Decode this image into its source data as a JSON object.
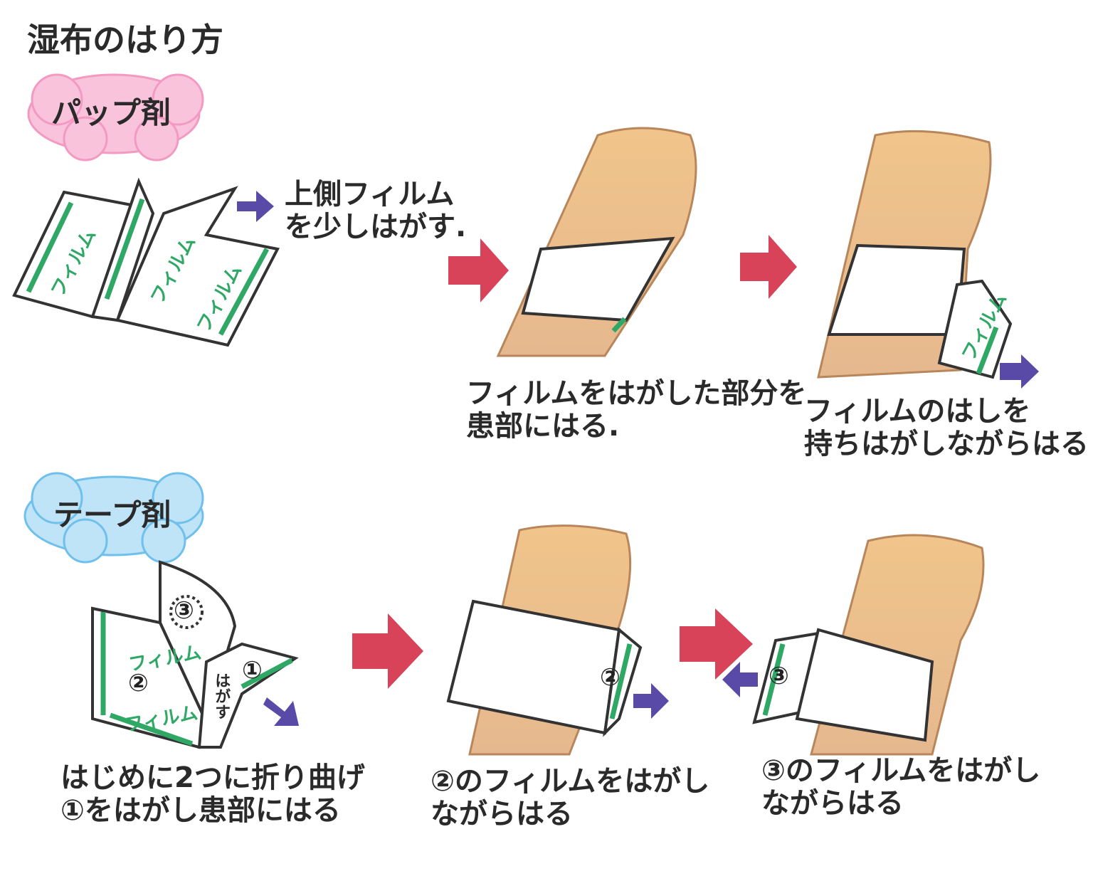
{
  "title": "湿布のはり方",
  "pap": {
    "label": "パップ剤",
    "step1": [
      "上側フィルム",
      "を少しはがす."
    ],
    "step2": [
      "フィルムをはがした部分を",
      "患部にはる."
    ],
    "step3": [
      "フィルムのはしを",
      "持ちはがしながらはる"
    ],
    "film_text": "フィルム"
  },
  "tape": {
    "label": "テープ剤",
    "step1": [
      "はじめに2つに折り曲げ",
      "①をはがし患部にはる"
    ],
    "step2": [
      "②のフィルムをはがし",
      "ながらはる"
    ],
    "step3": [
      "③のフィルムをはがし",
      "ながらはる"
    ],
    "film_text": "フィルム",
    "peel_text": "はがす",
    "markers": [
      "①",
      "②",
      "③"
    ]
  },
  "colors": {
    "pink": "#f4a6c9",
    "blue": "#6fc0ec",
    "red": "#d8435a",
    "purple": "#5a4aa8",
    "green": "#2fa866",
    "skin": "#e8b98a"
  }
}
